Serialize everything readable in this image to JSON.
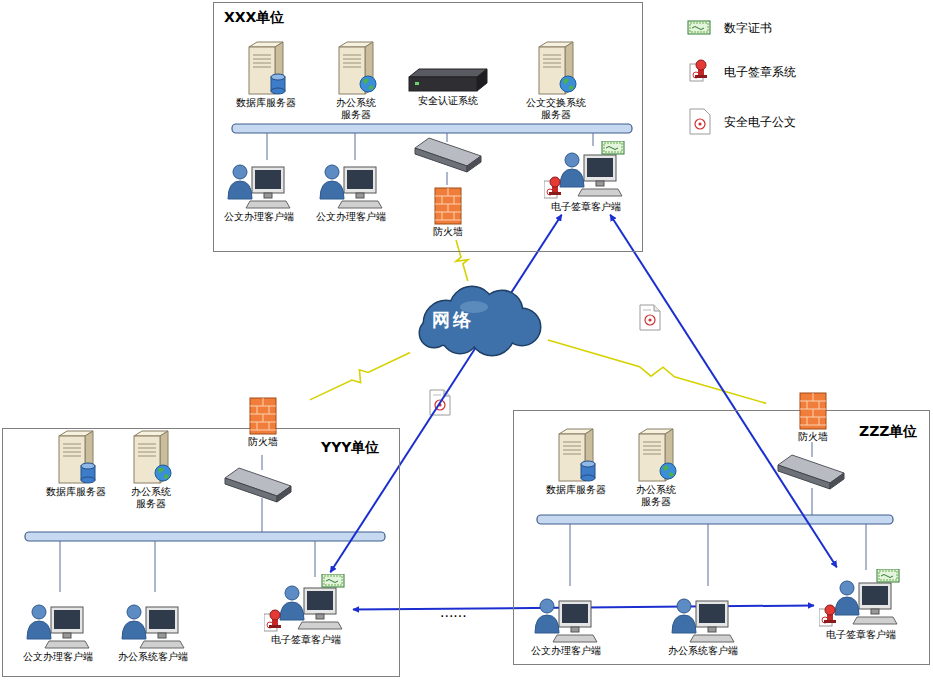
{
  "diagram": {
    "nodes": [
      {
        "text": [
          "XXX单位"
        ]
      },
      {
        "text": [
          "数据库服务器"
        ],
        "in": 0
      },
      {
        "text": [
          "办公系统 服务器"
        ],
        "in": 0
      },
      {
        "text": [
          "安全认证系统"
        ],
        "in": 0
      },
      {
        "text": [
          "公文交换系统 服务器"
        ],
        "in": 0
      },
      {
        "text": [
          "公文办理客户端"
        ],
        "in": 0
      },
      {
        "text": [
          "公文办理客户端"
        ],
        "in": 0
      },
      {
        "text": [
          "防火墙"
        ],
        "in": 0
      },
      {
        "text": [
          "电子签章客户端"
        ],
        "in": 0
      },
      {
        "text": [
          "网络"
        ]
      },
      {
        "text": [
          "YYY单位"
        ]
      },
      {
        "text": [
          "数据库服务器"
        ],
        "in": 10
      },
      {
        "text": [
          "办公系统 服务器"
        ],
        "in": 10
      },
      {
        "text": [
          "防火墙"
        ],
        "in": 10
      },
      {
        "text": [
          "公文办理客户端"
        ],
        "in": 10
      },
      {
        "text": [
          "办公系统客户端"
        ],
        "in": 10
      },
      {
        "text": [
          "电子签章客户端"
        ],
        "in": 10
      },
      {
        "text": [
          "ZZZ单位"
        ]
      },
      {
        "text": [
          "数据库服务器"
        ],
        "in": 17
      },
      {
        "text": [
          "办公系统 服务器"
        ],
        "in": 17
      },
      {
        "text": [
          "防火墙"
        ],
        "in": 17
      },
      {
        "text": [
          "公文办理客户端"
        ],
        "in": 17
      },
      {
        "text": [
          "办公系统客户端"
        ],
        "in": 17
      },
      {
        "text": [
          "电子签章客户端"
        ],
        "in": 17
      }
    ],
    "edges": [
      {
        "from": 7,
        "to": 9,
        "arrow": "none"
      },
      {
        "from": 9,
        "to": 13,
        "arrow": "none"
      },
      {
        "from": 9,
        "to": 20,
        "arrow": "none"
      },
      {
        "from": 8,
        "to": 16,
        "arrow": "both"
      },
      {
        "from": 8,
        "to": 23,
        "arrow": "both"
      },
      {
        "from": 16,
        "to": 23,
        "arrow": "both"
      }
    ],
    "labels": [
      "......"
    ],
    "legend": [
      {
        "text": "数字证书"
      },
      {
        "text": "电子签章系统"
      },
      {
        "text": "安全电子公文"
      }
    ]
  }
}
